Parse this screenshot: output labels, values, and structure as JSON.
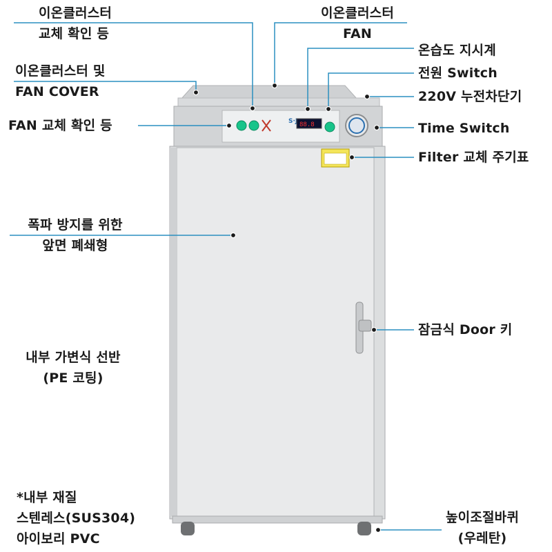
{
  "labels": {
    "ion_lamp": [
      "이온클러스터",
      "교체 확인 등"
    ],
    "ion_fan": [
      "이온클러스터",
      "FAN"
    ],
    "ion_cover": [
      "이온클러스터 및",
      "FAN COVER"
    ],
    "humidity": "온습도 지시계",
    "power": "전원 Switch",
    "breaker": "220V 누전차단기",
    "fan_lamp": "FAN 교체 확인 등",
    "time_switch": "Time Switch",
    "filter": "Filter 교체 주기표",
    "front": [
      "폭파 방지를 위한",
      "앞면 폐쇄형"
    ],
    "lock": "잠금식 Door 키",
    "shelf": [
      "내부 가변식 선반",
      "(PE 코팅)"
    ],
    "material": [
      "*내부 재질",
      "스텐레스(SUS304)",
      "아이보리 PVC"
    ],
    "caster": [
      "높이조절바퀴",
      "(우레탄)"
    ]
  },
  "panel": {
    "brand": "S·J",
    "display": "88.8"
  },
  "colors": {
    "line": "#2a8fc0",
    "body": "#e8e9ea",
    "panel": "#d4d6d8",
    "led_green": "#18c48a",
    "display": "#0a1030",
    "display_text": "#ff3030"
  }
}
